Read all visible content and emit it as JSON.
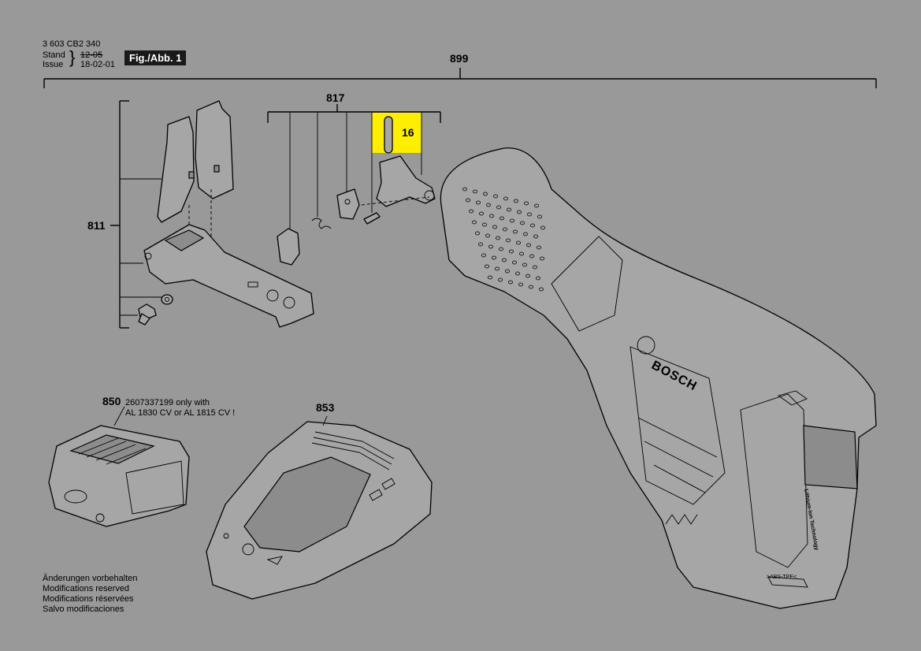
{
  "header": {
    "doc_number": "3 603 CB2 340",
    "stand_label": "Stand",
    "issue_label": "Issue",
    "stand_value": "12-05",
    "issue_value": "18-02-01",
    "figure_label": "Fig./Abb. 1"
  },
  "callouts": {
    "assembly_899": "899",
    "group_817": "817",
    "part_16": "16",
    "group_811": "811",
    "part_850": "850",
    "part_853": "853"
  },
  "notes": {
    "battery_line1": "2607337199 only with",
    "battery_line2": "AL 1830 CV or AL 1815 CV !"
  },
  "tool_markings": {
    "brand": "BOSCH",
    "material": ">ABS-TPE<",
    "technology": "Lithium-Ion Technology"
  },
  "footer": {
    "lines": [
      "Änderungen vorbehalten",
      "Modifications reserved",
      "Modifications réservées",
      "Salvo modificaciones"
    ]
  },
  "colors": {
    "background": "#999999",
    "highlight": "#ffee00",
    "label_bg": "#1a1a1a"
  }
}
